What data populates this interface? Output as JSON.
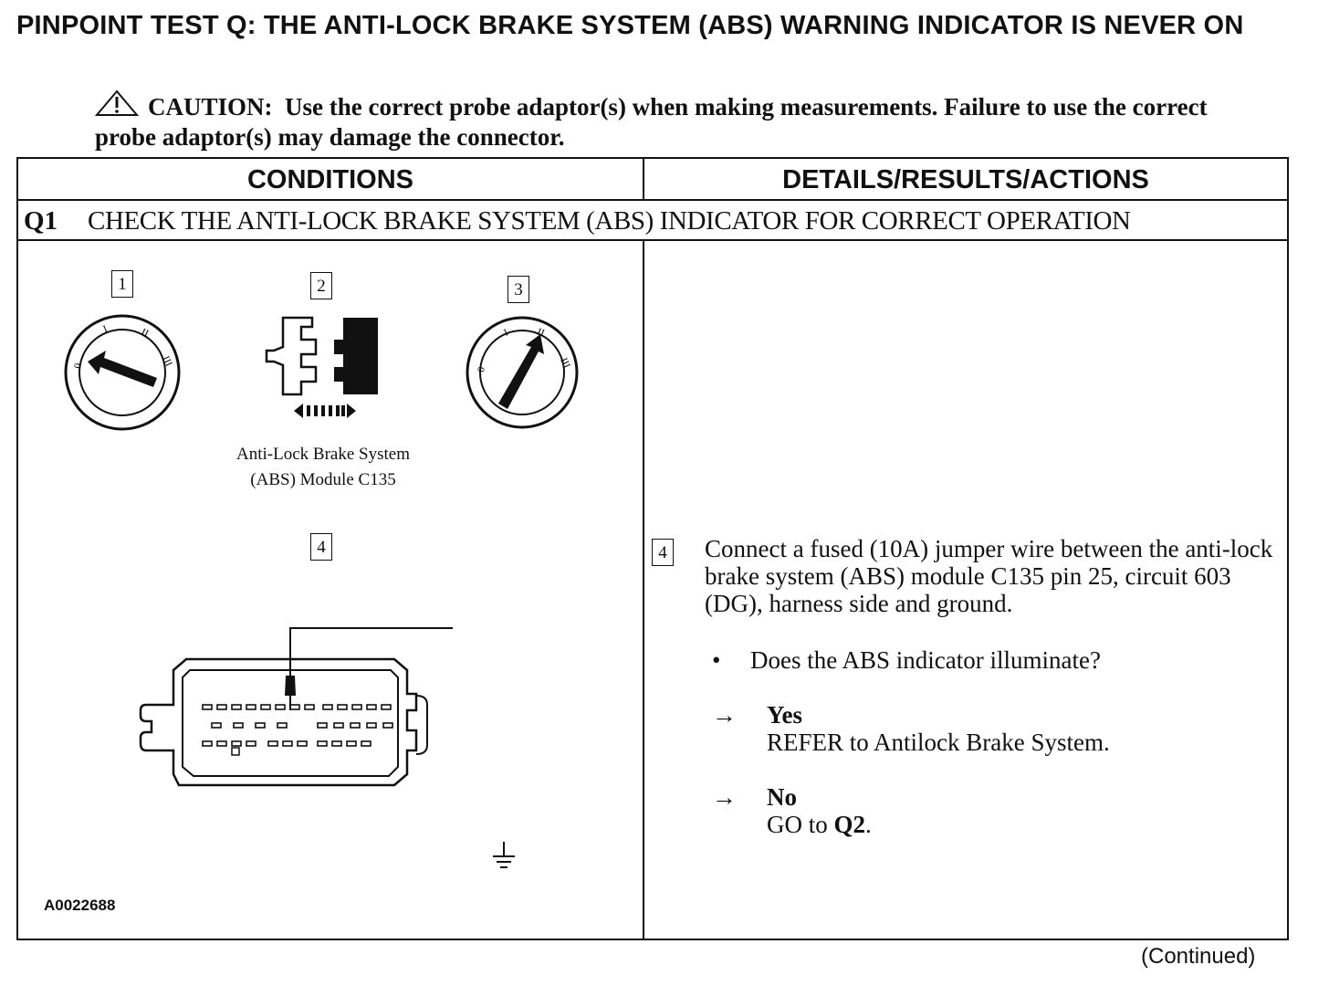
{
  "title": "PINPOINT TEST Q: THE ANTI-LOCK BRAKE SYSTEM (ABS) WARNING INDICATOR IS NEVER ON",
  "caution": {
    "icon": "warning-triangle-icon",
    "label": "CAUTION:",
    "text": "Use the correct probe adaptor(s) when making measurements. Failure to use the correct probe adaptor(s) may damage the connector."
  },
  "table": {
    "headers": [
      "CONDITIONS",
      "DETAILS/RESULTS/ACTIONS"
    ],
    "step": {
      "id": "Q1",
      "title": "CHECK THE ANTI-LOCK BRAKE SYSTEM (ABS) INDICATOR FOR CORRECT OPERATION"
    },
    "figure": {
      "steps": [
        "1",
        "2",
        "3",
        "4"
      ],
      "ignition_positions": [
        "0",
        "I",
        "II",
        "III"
      ],
      "module_caption_line1": "Anti-Lock Brake System",
      "module_caption_line2": "(ABS) Module C135",
      "figure_id": "A0022688"
    },
    "details": {
      "step_number": "4",
      "instruction": "Connect a fused (10A) jumper wire between the anti-lock brake system (ABS) module C135 pin 25, circuit 603 (DG), harness side and ground.",
      "bullet": "•",
      "question": "Does the ABS indicator illuminate?",
      "arrow": "→",
      "yes": {
        "label": "Yes",
        "action": "REFER to  Antilock Brake System."
      },
      "no": {
        "label": "No",
        "action_prefix": "GO to ",
        "action_target": "Q2",
        "action_suffix": "."
      }
    }
  },
  "footer": {
    "continued": "(Continued)"
  }
}
